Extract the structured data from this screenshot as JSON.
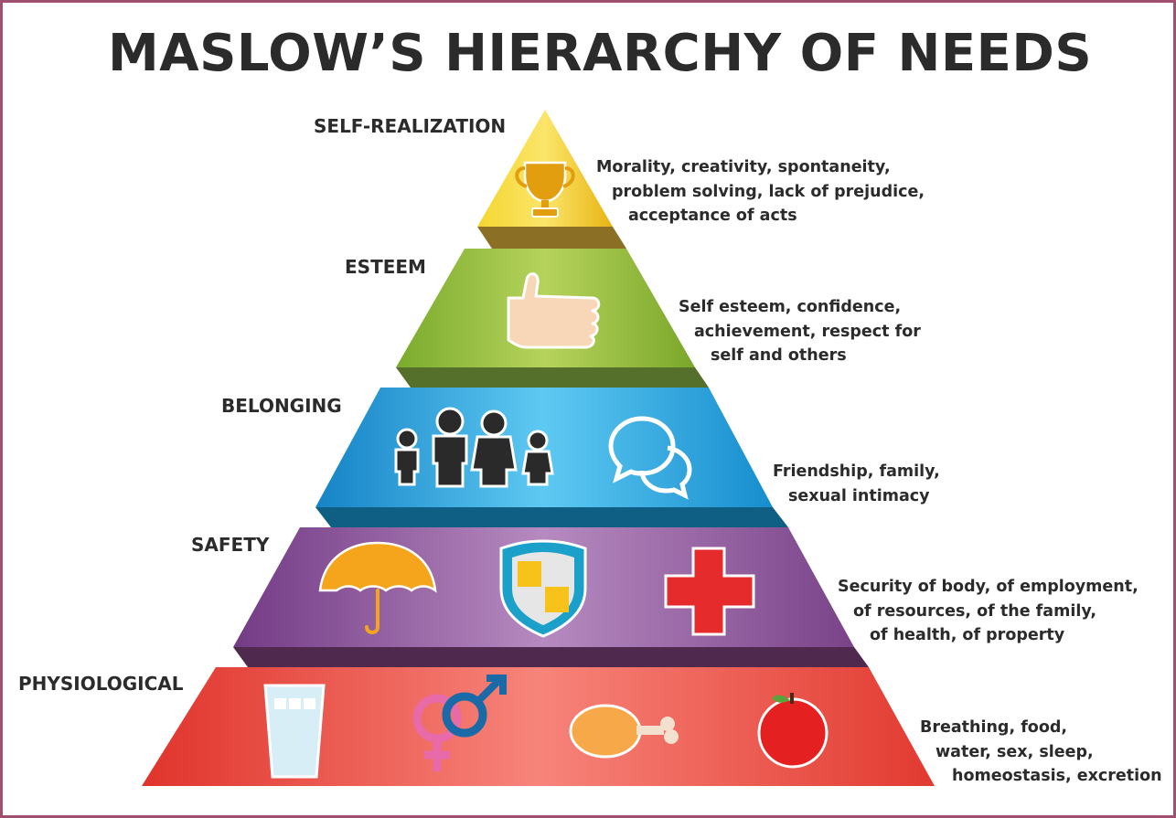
{
  "title": "MASLOW’S HIERARCHY OF NEEDS",
  "levels": [
    {
      "label": "SELF-REALIZATION",
      "color": "#f2c21b",
      "icons": [
        "trophy-icon"
      ],
      "description": [
        "Morality, creativity, spontaneity,",
        "problem solving, lack of prejudice,",
        "acceptance of acts"
      ]
    },
    {
      "label": "ESTEEM",
      "color": "#8dbb3a",
      "icons": [
        "thumbs-up-icon"
      ],
      "description": [
        "Self esteem, confidence,",
        "achievement, respect for",
        "self and others"
      ]
    },
    {
      "label": "BELONGING",
      "color": "#1a9fd8",
      "icons": [
        "family-icon",
        "chat-bubbles-icon"
      ],
      "description": [
        "Friendship, family,",
        "sexual intimacy"
      ]
    },
    {
      "label": "SAFETY",
      "color": "#8a4e94",
      "icons": [
        "umbrella-icon",
        "shield-icon",
        "medical-cross-icon"
      ],
      "description": [
        "Security of body, of employment,",
        "of resources, of the family,",
        "of health, of property"
      ]
    },
    {
      "label": "PHYSIOLOGICAL",
      "color": "#e8483c",
      "icons": [
        "water-glass-icon",
        "gender-symbols-icon",
        "chicken-leg-icon",
        "apple-icon"
      ],
      "description": [
        "Breathing, food,",
        "water, sex, sleep,",
        "homeostasis, excretion"
      ]
    }
  ]
}
